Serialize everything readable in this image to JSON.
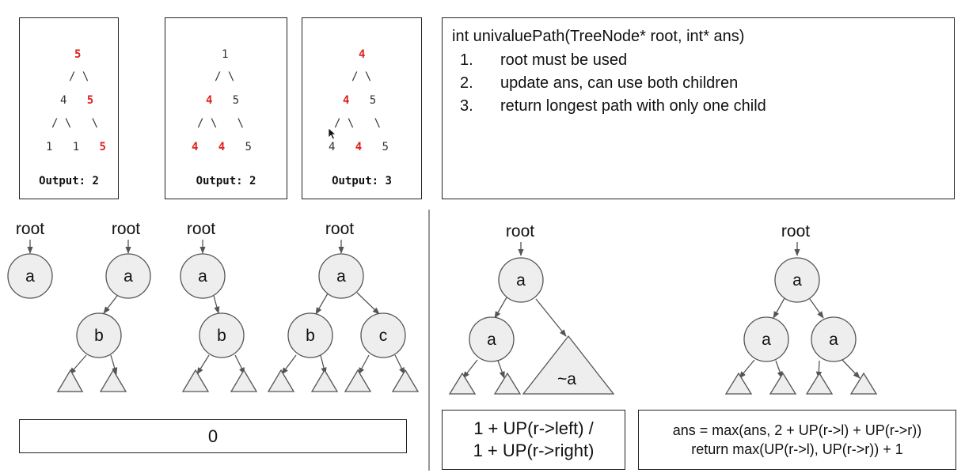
{
  "examples": [
    {
      "lines": [
        [
          "5"
        ],
        [
          "/ \\"
        ],
        [
          "4",
          "5"
        ],
        [
          "/ \\   \\"
        ],
        [
          "1",
          "1",
          "5"
        ]
      ],
      "output": "Output: 2"
    },
    {
      "lines": [
        [
          "1"
        ],
        [
          "/ \\"
        ],
        [
          "4",
          "5"
        ],
        [
          "/ \\   \\"
        ],
        [
          "4",
          "4",
          "5"
        ]
      ],
      "output": "Output: 2"
    },
    {
      "lines": [
        [
          "4"
        ],
        [
          "/ \\"
        ],
        [
          "4",
          "5"
        ],
        [
          "/ \\   \\"
        ],
        [
          "4",
          "4",
          "5"
        ]
      ],
      "output": "Output: 3"
    }
  ],
  "code": {
    "signature": "int univaluePath(TreeNode* root, int* ans)",
    "items": [
      {
        "num": "1.",
        "text": "root must be used"
      },
      {
        "num": "2.",
        "text": "update ans, can use both children"
      },
      {
        "num": "3.",
        "text": "return longest path with only one child"
      }
    ]
  },
  "diagrams": {
    "root_label": "root",
    "node_a": "a",
    "node_b": "b",
    "node_c": "c",
    "not_a": "~a"
  },
  "formulas": {
    "zero": "0",
    "single_line1": "1 + UP(r->left) /",
    "single_line2": "1 + UP(r->right)",
    "both_line1": "ans = max(ans, 2 + UP(r->l) + UP(r->r))",
    "both_line2": "return max(UP(r->l), UP(r->r)) + 1"
  },
  "colors": {
    "highlight": "#e02020",
    "node_fill": "#eeeeee",
    "stroke": "#555555"
  }
}
